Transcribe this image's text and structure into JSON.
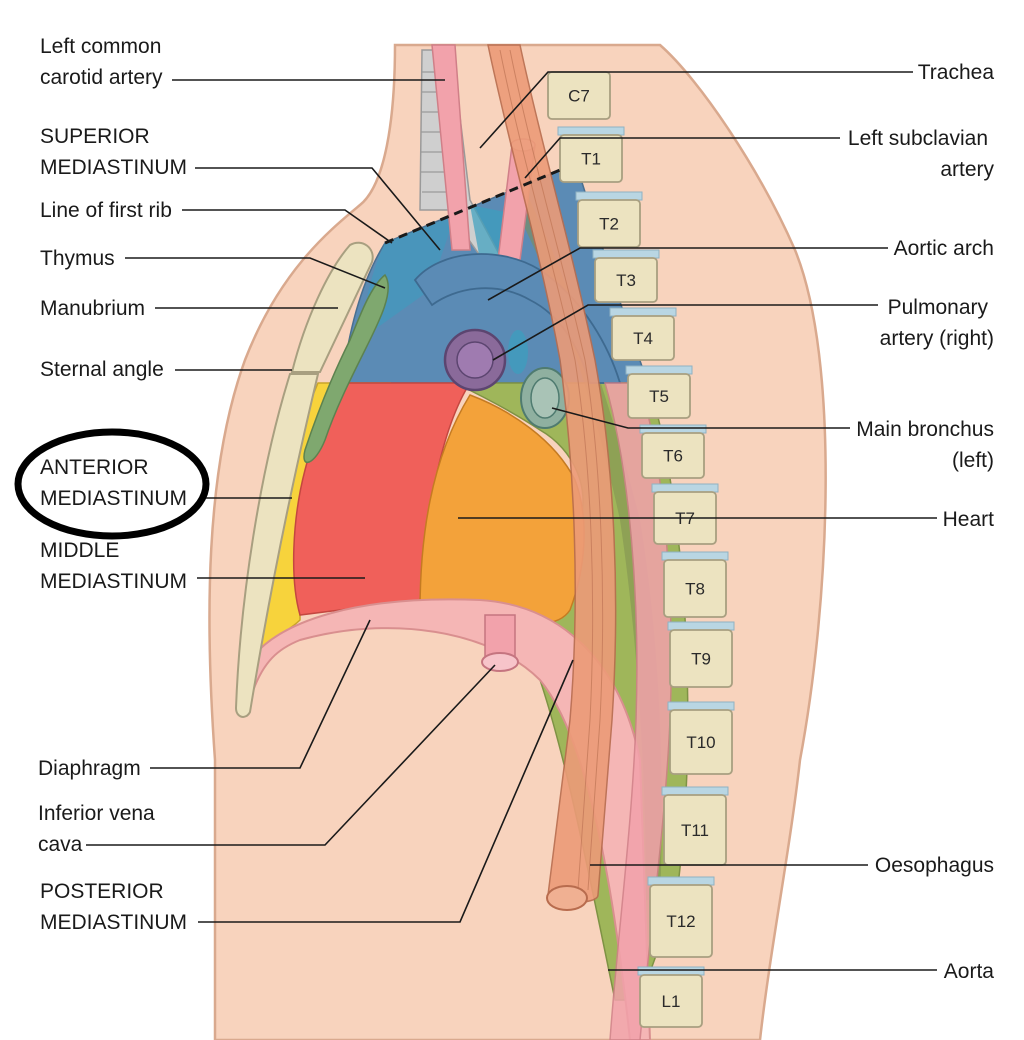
{
  "labels_left": {
    "left_common_carotid": [
      "Left common",
      "carotid artery"
    ],
    "superior_mediastinum": [
      "SUPERIOR",
      "MEDIASTINUM"
    ],
    "line_of_first_rib": "Line of first rib",
    "thymus": "Thymus",
    "manubrium": "Manubrium",
    "sternal_angle": "Sternal angle",
    "anterior_mediastinum": [
      "ANTERIOR",
      "MEDIASTINUM"
    ],
    "middle_mediastinum": [
      "MIDDLE",
      "MEDIASTINUM"
    ],
    "diaphragm": "Diaphragm",
    "inferior_vena_cava": [
      "Inferior vena",
      "cava"
    ],
    "posterior_mediastinum": [
      "POSTERIOR",
      "MEDIASTINUM"
    ]
  },
  "labels_right": {
    "trachea": "Trachea",
    "left_subclavian_artery": [
      "Left subclavian",
      "artery"
    ],
    "aortic_arch": "Aortic arch",
    "pulmonary_artery_right": [
      "Pulmonary",
      "artery (right)"
    ],
    "main_bronchus_left": [
      "Main bronchus",
      "(left)"
    ],
    "heart": "Heart",
    "oesophagus": "Oesophagus",
    "aorta": "Aorta"
  },
  "vertebrae": [
    "C7",
    "T1",
    "T2",
    "T3",
    "T4",
    "T5",
    "T6",
    "T7",
    "T8",
    "T9",
    "T10",
    "T11",
    "T12",
    "L1"
  ],
  "highlighted_label": "ANTERIOR MEDIASTINUM",
  "colors": {
    "skin": "#f8d3bd",
    "skin_outline": "#d9a98e",
    "superior_mediastinum": "#5b8bb5",
    "anterior_mediastinum": "#f7d33c",
    "middle_mediastinum": "#f0605a",
    "heart": "#f3a23a",
    "posterior_mediastinum": "#9fb65a",
    "bone": "#ece3c0",
    "vessel_pink": "#f2a2ab",
    "oesophagus": "#ec9b78"
  }
}
